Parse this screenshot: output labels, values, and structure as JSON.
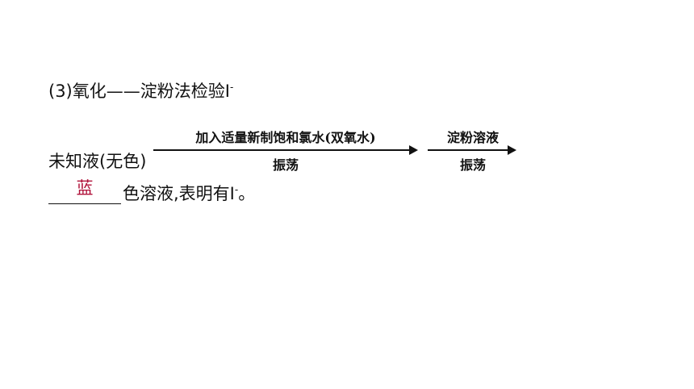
{
  "heading": {
    "text": "(3)氧化——淀粉法检验I",
    "charge": "-"
  },
  "procedure": {
    "start_label": "未知液(无色)",
    "step1": {
      "above": "加入适量新制饱和氯水(双氧水)",
      "below": "振荡"
    },
    "step2": {
      "above": "淀粉溶液",
      "below": "振荡"
    }
  },
  "conclusion": {
    "answer": "蓝",
    "text_before": "色溶液,表明有I",
    "charge": "-",
    "end_mark": "。"
  },
  "colors": {
    "answer": "#b0123a",
    "text": "#111111"
  }
}
